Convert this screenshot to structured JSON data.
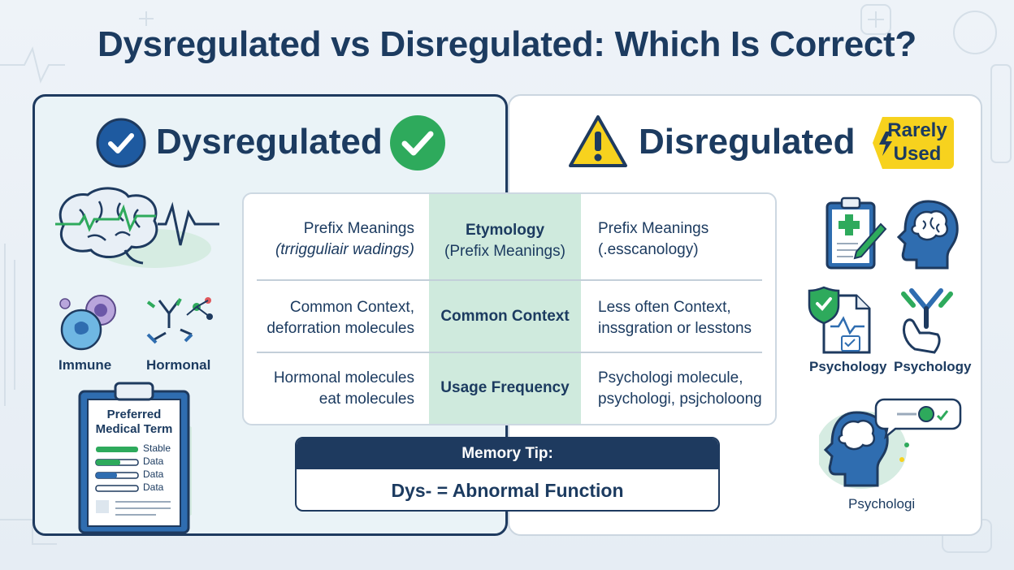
{
  "title": "Dysregulated vs Disregulated: Which Is Correct?",
  "left": {
    "word": "Dysregulated",
    "labels": {
      "immune": "Immune",
      "hormonal": "Hormonal"
    },
    "clipboard": {
      "title_line1": "Preferred",
      "title_line2": "Medical Term",
      "bars": [
        "Stable",
        "Data",
        "Data",
        "Data"
      ]
    }
  },
  "right": {
    "word": "Disregulated",
    "badge_line1": "Rarely",
    "badge_line2": "Used",
    "labels": {
      "psych1": "Psychology",
      "psych2": "Psychology",
      "psych3": "Psychologi"
    }
  },
  "table": {
    "rows": [
      {
        "left_line1": "Prefix Meanings",
        "left_line2": "(trrigguliair wadings)",
        "mid_line1": "Etymology",
        "mid_line2": "(Prefix Meanings)",
        "right_line1": "Prefix Meanings",
        "right_line2": "(.esscanology)"
      },
      {
        "left_line1": "Common Context,",
        "left_line2": "deforration molecules",
        "mid_line1": "Common Context",
        "right_line1": "Less often Context,",
        "right_line2": "inssgration or lesstons"
      },
      {
        "left_line1": "Hormonal molecules",
        "left_line2": "eat molecules",
        "mid_line1": "Usage Frequency",
        "right_line1": "Psychologi molecule,",
        "right_line2": "psychologi, psjcholoong"
      }
    ]
  },
  "memory_tip": {
    "header": "Memory Tip:",
    "body": "Dys- = Abnormal Function"
  },
  "colors": {
    "navy": "#1e3a5f",
    "green": "#2eaa5c",
    "yellow": "#f7d21e",
    "mint": "#cfeadd",
    "blue_accent": "#2f6db0"
  }
}
